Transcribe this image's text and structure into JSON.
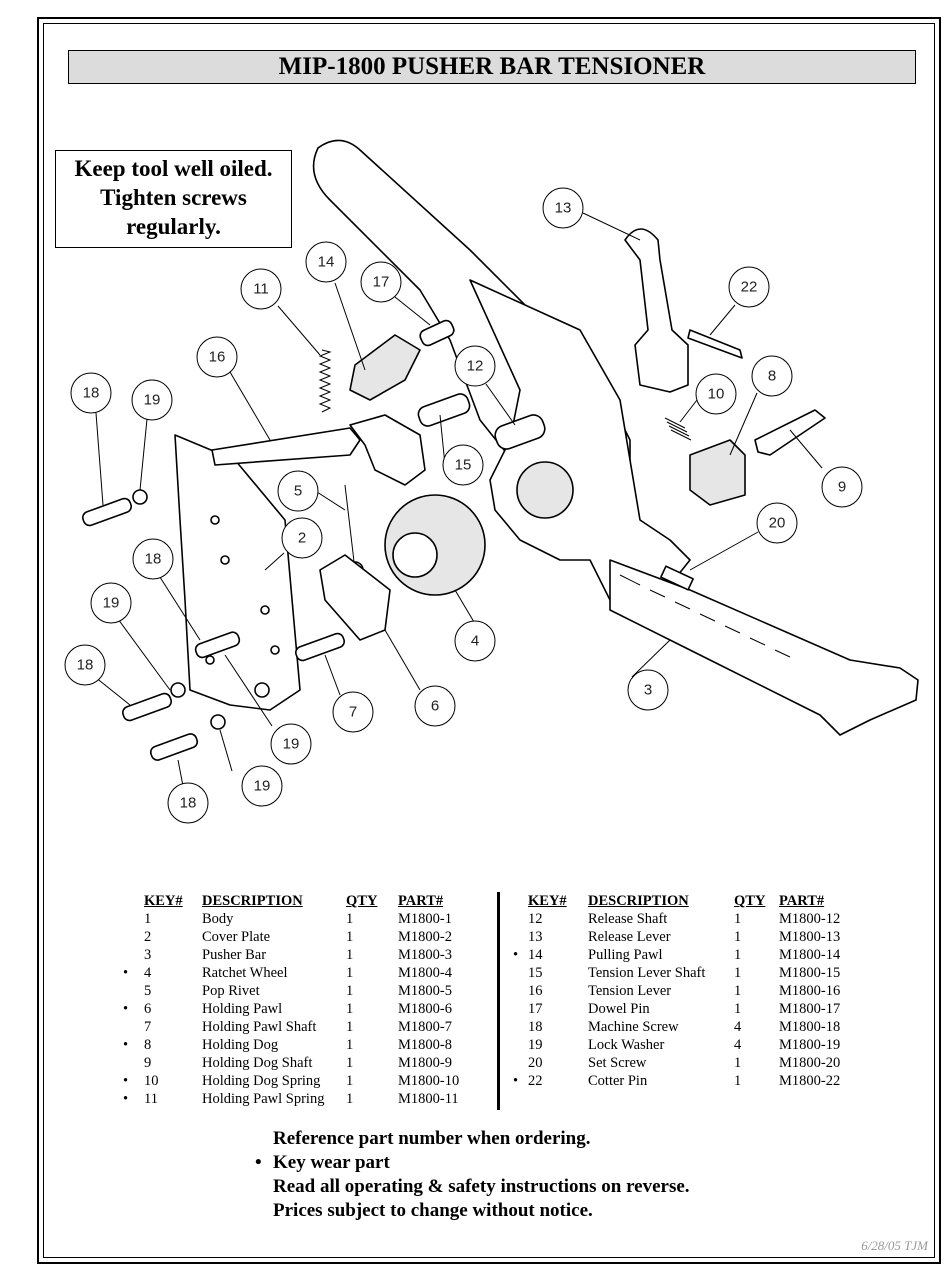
{
  "title": "MIP-1800 PUSHER BAR TENSIONER",
  "note": [
    "Keep tool well oiled.",
    "Tighten screws",
    "regularly."
  ],
  "callouts": [
    "13",
    "14",
    "17",
    "11",
    "22",
    "12",
    "16",
    "8",
    "10",
    "18",
    "19",
    "9",
    "5",
    "15",
    "2",
    "20",
    "18",
    "19",
    "18",
    "4",
    "3",
    "6",
    "7",
    "19",
    "19",
    "18"
  ],
  "table_headers": {
    "key": "KEY#",
    "description": "DESCRIPTION",
    "qty": "QTY",
    "part": "PART#"
  },
  "parts_left": [
    {
      "bullet": "",
      "key": "1",
      "description": "Body",
      "qty": "1",
      "part": "M1800-1"
    },
    {
      "bullet": "",
      "key": "2",
      "description": "Cover Plate",
      "qty": "1",
      "part": "M1800-2"
    },
    {
      "bullet": "",
      "key": "3",
      "description": "Pusher Bar",
      "qty": "1",
      "part": "M1800-3"
    },
    {
      "bullet": "•",
      "key": "4",
      "description": "Ratchet Wheel",
      "qty": "1",
      "part": "M1800-4"
    },
    {
      "bullet": "",
      "key": "5",
      "description": "Pop Rivet",
      "qty": "1",
      "part": "M1800-5"
    },
    {
      "bullet": "•",
      "key": "6",
      "description": "Holding Pawl",
      "qty": "1",
      "part": "M1800-6"
    },
    {
      "bullet": "",
      "key": "7",
      "description": "Holding Pawl Shaft",
      "qty": "1",
      "part": "M1800-7"
    },
    {
      "bullet": "•",
      "key": "8",
      "description": "Holding Dog",
      "qty": "1",
      "part": "M1800-8"
    },
    {
      "bullet": "",
      "key": "9",
      "description": "Holding Dog Shaft",
      "qty": "1",
      "part": "M1800-9"
    },
    {
      "bullet": "•",
      "key": "10",
      "description": "Holding Dog Spring",
      "qty": "1",
      "part": "M1800-10"
    },
    {
      "bullet": "•",
      "key": "11",
      "description": "Holding Pawl Spring",
      "qty": "1",
      "part": "M1800-11"
    }
  ],
  "parts_right": [
    {
      "bullet": "",
      "key": "12",
      "description": "Release Shaft",
      "qty": "1",
      "part": "M1800-12"
    },
    {
      "bullet": "",
      "key": "13",
      "description": "Release Lever",
      "qty": "1",
      "part": "M1800-13"
    },
    {
      "bullet": "•",
      "key": "14",
      "description": "Pulling Pawl",
      "qty": "1",
      "part": "M1800-14"
    },
    {
      "bullet": "",
      "key": "15",
      "description": "Tension Lever Shaft",
      "qty": "1",
      "part": "M1800-15"
    },
    {
      "bullet": "",
      "key": "16",
      "description": "Tension Lever",
      "qty": "1",
      "part": "M1800-16"
    },
    {
      "bullet": "",
      "key": "17",
      "description": "Dowel Pin",
      "qty": "1",
      "part": "M1800-17"
    },
    {
      "bullet": "",
      "key": "18",
      "description": "Machine Screw",
      "qty": "4",
      "part": "M1800-18"
    },
    {
      "bullet": "",
      "key": "19",
      "description": "Lock Washer",
      "qty": "4",
      "part": "M1800-19"
    },
    {
      "bullet": "",
      "key": "20",
      "description": "Set Screw",
      "qty": "1",
      "part": "M1800-20"
    },
    {
      "bullet": "•",
      "key": "22",
      "description": "Cotter Pin",
      "qty": "1",
      "part": "M1800-22"
    }
  ],
  "footer": [
    {
      "bullet": "",
      "text": "Reference part number when ordering."
    },
    {
      "bullet": "•",
      "text": "Key wear part"
    },
    {
      "bullet": "",
      "text": "Read all operating & safety instructions on reverse."
    },
    {
      "bullet": "",
      "text": "Prices subject to change without notice."
    }
  ],
  "date_stamp": "6/28/05 TJM"
}
